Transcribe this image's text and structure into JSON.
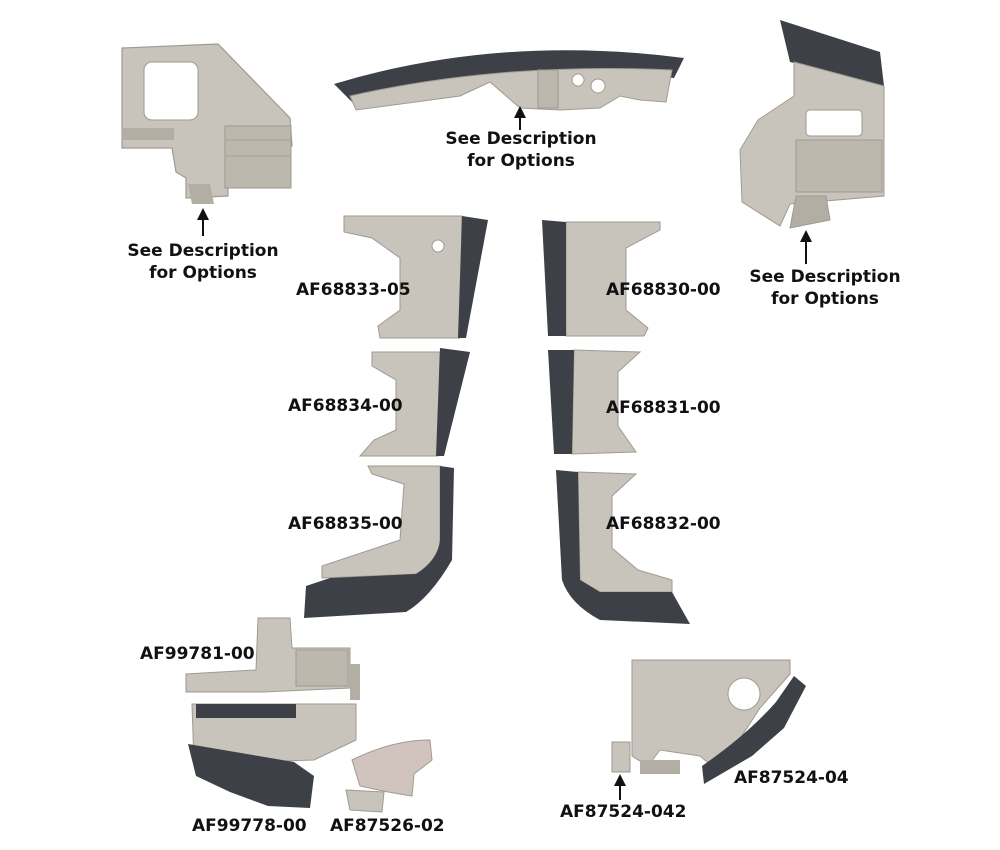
{
  "diagram": {
    "description_note": {
      "line1": "See Description",
      "line2": "for Options"
    },
    "part_numbers": {
      "p1": "AF68833-05",
      "p2": "AF68830-00",
      "p3": "AF68834-00",
      "p4": "AF68831-00",
      "p5": "AF68835-00",
      "p6": "AF68832-00",
      "p7": "AF99781-00",
      "p8": "AF99778-00",
      "p9": "AF87526-02",
      "p10": "AF87524-04",
      "p11": "AF87524-042"
    },
    "colors": {
      "aluminum": "#c9c4bb",
      "aluminum_shade": "#b3aea4",
      "rubber_seal": "#3d4046",
      "rivet": "#8d8a84",
      "text": "#111111"
    }
  }
}
